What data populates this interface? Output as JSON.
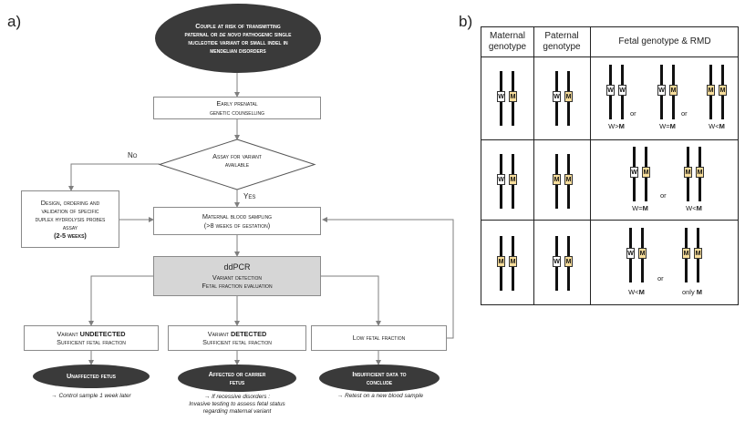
{
  "panel_a": {
    "letter": "a)",
    "top_ellipse": {
      "line1": "Couple at risk of transmitting",
      "line2a": "paternal or ",
      "line2b": "de novo",
      "line2c": " pathogenic single",
      "line3": "nucleotide variant or small indel in",
      "line4": "mendelian disorders"
    },
    "counselling": {
      "line1": "Early prenatal",
      "line2": "genetic counselling"
    },
    "decision": {
      "line1": "Assay for variant",
      "line2": "available"
    },
    "edge_no": "No",
    "edge_yes": "Yes",
    "design_box": {
      "line1": "Design, ordering and",
      "line2": "validation of specific",
      "line3": "duplex hydrolysis probes",
      "line4": "assay",
      "line5": "(2-5 weeks)"
    },
    "sampling": {
      "line1": "Maternal blood sampling",
      "line2": "(>8 weeks of gestation)"
    },
    "ddpcr": {
      "line1": "ddPCR",
      "line2": "Variant detection",
      "line3": "Fetal fraction evaluation"
    },
    "out_undetected": {
      "pre": "Variant ",
      "strong": "UNDETECTED",
      "line2": "Sufficient fetal fraction"
    },
    "out_detected": {
      "pre": "Variant ",
      "strong": "DETECTED",
      "line2": "Sufficient fetal fraction"
    },
    "out_low": {
      "line1": "Low fetal fraction"
    },
    "end_unaffected": "Unaffected fetus",
    "end_affected": {
      "line1": "Affected or carrier",
      "line2": "fetus"
    },
    "end_insufficient": {
      "line1": "Insufficient data to",
      "line2": "conclude"
    },
    "note_control": "→ Control sample 1 week later",
    "note_recessive": {
      "line1": "→ If recessive disorders :",
      "line2": "Invasive testing to assess fetal status",
      "line3": "regarding maternal variant"
    },
    "note_retest": "→ Retest on a new blood sample"
  },
  "panel_b": {
    "letter": "b)",
    "headers": {
      "maternal": {
        "line1": "Maternal",
        "line2": "genotype"
      },
      "paternal": {
        "line1": "Paternal",
        "line2": "genotype"
      },
      "fetal": "Fetal genotype & RMD"
    },
    "allele_w": "W",
    "allele_m": "M",
    "or": "or",
    "labels": {
      "r1_a": {
        "pre": "W>",
        "strong": "M"
      },
      "r1_b": {
        "pre": "W=",
        "strong": "M"
      },
      "r1_c": {
        "pre": "W<",
        "strong": "M"
      },
      "r2_a": {
        "pre": "W=",
        "strong": "M"
      },
      "r2_b": {
        "pre": "W<",
        "strong": "M"
      },
      "r3_a": {
        "pre": "W<",
        "strong": "M"
      },
      "r3_b": {
        "pre": "only ",
        "strong": "M"
      }
    }
  },
  "colors": {
    "ellipse": "#3a3a3a",
    "ddpcr_box": "#d6d6d6",
    "mutant_allele": "#f7dd9b",
    "arrow": "#7f7f7f"
  }
}
